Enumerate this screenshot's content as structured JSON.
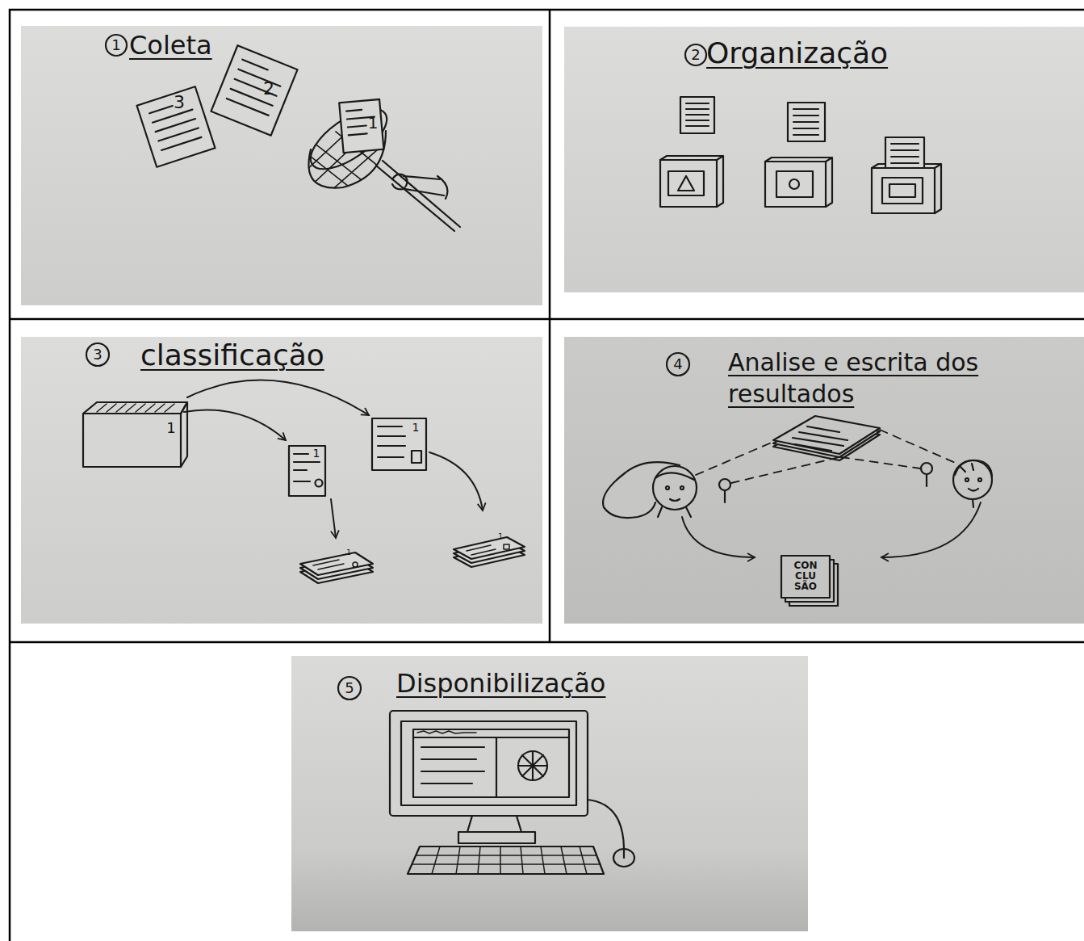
{
  "diagram": {
    "nodes": [
      {
        "text": [
          "Coleta"
        ]
      },
      {
        "text": [
          "Organização"
        ]
      },
      {
        "text": [
          "classificação"
        ]
      },
      {
        "text": [
          "Analise e escrita dos resultados"
        ]
      },
      {
        "text": [
          "Disponibilização"
        ]
      }
    ],
    "labels": [
      "1",
      "3",
      "2",
      "1",
      "2",
      "3",
      "1",
      "1",
      "1",
      "1",
      "1",
      "4",
      "CON CLU SÃO",
      "5"
    ]
  }
}
